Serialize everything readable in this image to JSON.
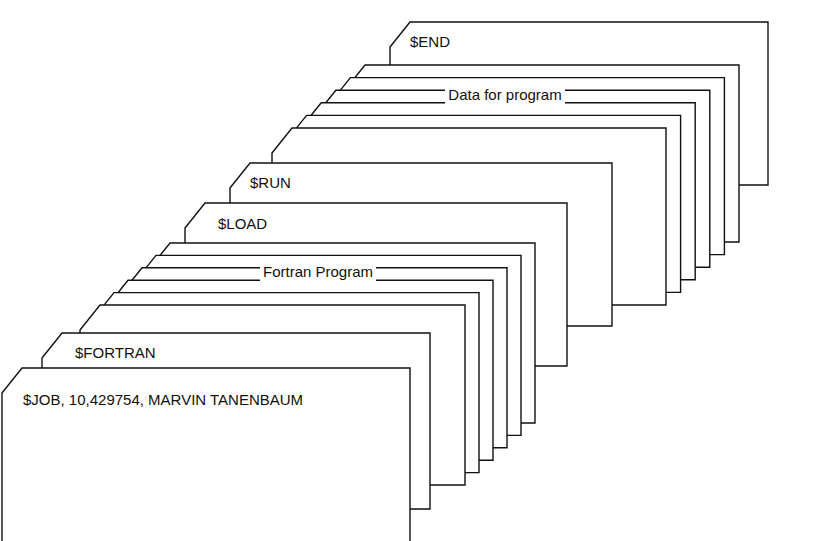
{
  "diagram": {
    "nodes": [
      {
        "text": [
          "$JOB, 10,429754, MARVIN TANENBAUM"
        ]
      },
      {
        "text": [
          "$FORTRAN"
        ]
      },
      {
        "text": [
          "Fortran Program"
        ]
      },
      {
        "text": [
          "$LOAD"
        ]
      },
      {
        "text": [
          "$RUN"
        ]
      },
      {
        "text": [
          "Data for program"
        ]
      },
      {
        "text": [
          "$END"
        ]
      }
    ]
  }
}
